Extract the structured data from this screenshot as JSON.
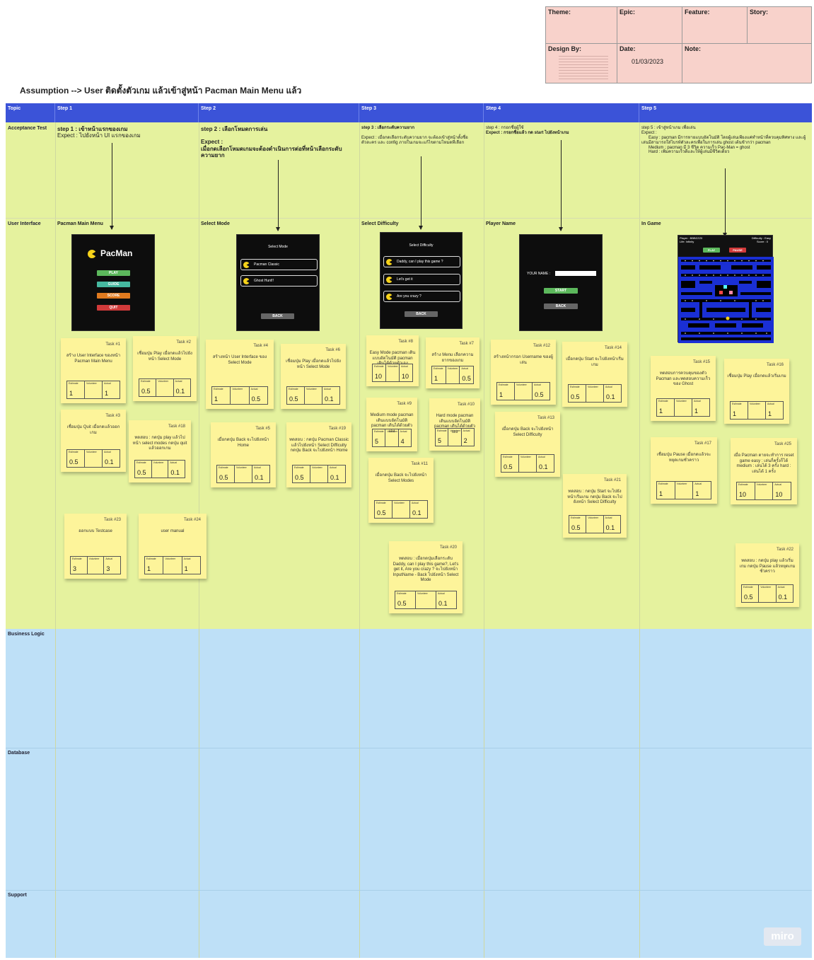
{
  "header": {
    "theme_label": "Theme:",
    "epic_label": "Epic:",
    "feature_label": "Feature:",
    "story_label": "Story:",
    "design_label": "Design By:",
    "date_label": "Date:",
    "date_value": "01/03/2023",
    "note_label": "Note:"
  },
  "assumption": "Assumption --> User ติดตั้งตัวเกม แล้วเข้าสู่หน้า Pacman Main Menu แล้ว",
  "columns": [
    "Topic",
    "Step 1",
    "Step 2",
    "Step 3",
    "Step 4",
    "Step 5"
  ],
  "rows": {
    "acceptance": "Acceptance Test",
    "ui": "User Interface",
    "logic": "Business Logic",
    "database": "Database",
    "support": "Support"
  },
  "acceptance": {
    "s1_line1": "step 1 : เข้าหน้าแรกของเกม",
    "s1_line2": "Expect : ไปยังหน้า UI แรกของเกม",
    "s2_line1": "step 2 : เลือกโหมดการเล่น",
    "s2_line2": "Expect :",
    "s2_line3": "เมื่อกดเลือกโหมดเกมจะต้องดำเนินการต่อที่หน้าเลือกระดับความยาก",
    "s3_line1": "step 3 : เลือกระดับความยาก",
    "s3_line2": "Expect : เมื่อกดเลือกระดับความยาก จะต้องเข้าสู่หน้าตั้งชื่อตัวละคร และ config ภายในเกมจะแก้ไขตามโหมดที่เลือก",
    "s4_line1": "step 4 : กรอกชื่อผู้ใช้",
    "s4_line2": "Expect : กรอกชื่อแล้ว กด start ไปยังหน้าเกม",
    "s5_line1": "step 5 : เข้าสู่หน้าเกม เพื่อเล่น",
    "s5_line2": "Expect :",
    "s5_line3": "Easy : pacman มีการหายแบบอัตโนมัติ โดยผู้เล่นเพียงแค่ทำหน้าที่ควบคุมทิศทาง และผู้เล่นมีสามารถใส่ไบรท์ตัวละครเพื่อในการเล่น ghost เต้นช้ากว่า pacman",
    "s5_line4": "Medium : pacman มี 3 ชีวิต ความเร็ว Pac-Man = ghost",
    "s5_line5": "Hard : เพิ่มความเร็วดีและให้ผู้เล่นมีชีวิตเดียว"
  },
  "screens": {
    "s1_label": "Pacman Main Menu",
    "s2_label": "Select Mode",
    "s3_label": "Select Difficulty",
    "s4_label": "Player Name",
    "s5_label": "In Game",
    "main_title": "PacMan",
    "main_buttons": [
      "PLAY",
      "GUIDE",
      "SCORE",
      "QUIT"
    ],
    "mode_title": "Select Mode",
    "mode_opts": [
      "Pacman Classic",
      "Ghost Hunt!!"
    ],
    "mode_back": "BACK",
    "diff_title": "Select Difficulty",
    "diff_opts": [
      "Daddy, can I play this game ?",
      "Let's get it",
      "Are you crazy ?"
    ],
    "diff_back": "BACK",
    "name_label": "YOUR NAME :",
    "name_start": "START",
    "name_back": "BACK",
    "game_player": "Player : BBBZZZ0",
    "game_life": "Life: Infinity",
    "game_diff": "Difficulty : Easy",
    "game_score": "Score : 0",
    "game_play": "PLAY",
    "game_pause": "PAUSE"
  },
  "tasks": [
    {
      "id": "Task #1",
      "desc": "สร้าง User Interface ของหน้า Pacman Main Menu",
      "v": [
        "1",
        "",
        "1"
      ]
    },
    {
      "id": "Task #2",
      "desc": "เชื่อมปุ่ม Play เมื่อกดแล้วไปยังหน้า Select Mode",
      "v": [
        "0.5",
        "",
        "0.1"
      ]
    },
    {
      "id": "Task #3",
      "desc": "เชื่อมปุ่ม Quit เมื่อกดแล้วออกเกม",
      "v": [
        "0.5",
        "",
        "0.1"
      ]
    },
    {
      "id": "Task #18",
      "desc": "ทดสอบ : กดปุ่ม play แล้วไปหน้า select modes กดปุ่ม quit แล้วออกเกม",
      "v": [
        "0.5",
        "",
        "0.1"
      ]
    },
    {
      "id": "Task #23",
      "desc": "ออกแบบ Testcase",
      "v": [
        "3",
        "",
        "3"
      ]
    },
    {
      "id": "Task #24",
      "desc": "user manual",
      "v": [
        "1",
        "",
        "1"
      ]
    },
    {
      "id": "Task #4",
      "desc": "สร้างหน้า User Interface ของ Select Mode",
      "v": [
        "1",
        "",
        "0.5"
      ]
    },
    {
      "id": "Task #6",
      "desc": "เชื่อมปุ่ม Play เมื่อกดแล้วไปยังหน้า Select Mode",
      "v": [
        "0.5",
        "",
        "0.1"
      ]
    },
    {
      "id": "Task #5",
      "desc": "เมื่อกดปุ่ม Back จะไปยังหน้า Home",
      "v": [
        "0.5",
        "",
        "0.1"
      ]
    },
    {
      "id": "Task #19",
      "desc": "ทดสอบ : กดปุ่ม Pacman Classic แล้วไปยังหน้า Select Difficulty กดปุ่ม Back จะไปยังหน้า Home",
      "v": [
        "0.5",
        "",
        "0.1"
      ]
    },
    {
      "id": "Task #8",
      "desc": "Easy Mode pacman เดินแบบอัตโนมัติ pacman เดินได้ด้วยตัวเอง",
      "v": [
        "10",
        "",
        "10"
      ]
    },
    {
      "id": "Task #7",
      "desc": "สร้าง Menu เลือกความยากของเกม",
      "v": [
        "1",
        "",
        "0.5"
      ]
    },
    {
      "id": "Task #9",
      "desc": "Medium mode pacman เดินแบบอัตโนมัติ pacman เดินได้ด้วยตัวเอง",
      "v": [
        "5",
        "",
        "4"
      ]
    },
    {
      "id": "Task #10",
      "desc": "Hard mode pacman เดินแบบอัตโนมัติ pacman เดินได้ด้วยตัวเอง",
      "v": [
        "5",
        "",
        "2"
      ]
    },
    {
      "id": "Task #11",
      "desc": "เมื่อกดปุ่ม Back จะไปยังหน้า Select Modes",
      "v": [
        "0.5",
        "",
        "0.1"
      ]
    },
    {
      "id": "Task #20",
      "desc": "ทดสอบ : เมื่อกดปุ่มเลือกระดับ Daddy, can I play this game?, Let's get it, Are you crazy ? จะไปยังหน้า InputName - Back ไปยังหน้า Select Mode",
      "v": [
        "0.5",
        "",
        "0.1"
      ]
    },
    {
      "id": "Task #12",
      "desc": "สร้างหน้ากรอก Username ของผู้เล่น",
      "v": [
        "1",
        "",
        "0.5"
      ]
    },
    {
      "id": "Task #14",
      "desc": "เมื่อกดปุ่ม Start จะไปยังหน้าเริ่มเกม",
      "v": [
        "0.5",
        "",
        "0.1"
      ]
    },
    {
      "id": "Task #13",
      "desc": "เมื่อกดปุ่ม Back จะไปยังหน้า Select Difficulty",
      "v": [
        "0.5",
        "",
        "0.1"
      ]
    },
    {
      "id": "Task #21",
      "desc": "ทดสอบ : กดปุ่ม Start จะไปยังหน้าเริ่มเกม กดปุ่ม Back จะไปยังหน้า Select Difficulty",
      "v": [
        "0.5",
        "",
        "0.1"
      ]
    },
    {
      "id": "Task #15",
      "desc": "ทดสอบการควบคุมของตัว Pacman และทดสอบความเร็วของ Ghost",
      "v": [
        "1",
        "",
        "1"
      ]
    },
    {
      "id": "Task #16",
      "desc": "เชื่อมปุ่ม Play เมื่อกดแล้วเริ่มเกม",
      "v": [
        "1",
        "",
        "1"
      ]
    },
    {
      "id": "Task #17",
      "desc": "เชื่อมปุ่ม Pause เมื่อกดแล้วจะหยุดเกมชั่วคราว",
      "v": [
        "1",
        "",
        "1"
      ]
    },
    {
      "id": "Task #25",
      "desc": "เมื่อ Pacman ตายจะทำการ reset game easy : เล่นกี่ครั้งก็ได้ medium : เล่นได้ 3 ครั้ง hard : เล่นได้ 1 ครั้ง",
      "v": [
        "10",
        "",
        "10"
      ]
    },
    {
      "id": "Task #22",
      "desc": "ทดสอบ : กดปุ่ม play แล้วเริ่มเกม กดปุ่ม Pause แล้วหยุดเกมชั่วคราว",
      "v": [
        "0.5",
        "",
        "0.1"
      ]
    }
  ],
  "table_headers": [
    "Estimate",
    "Volunteer",
    "Actual"
  ],
  "miro_logo": "miro",
  "colors": {
    "header_blue": "#3b53d8",
    "green_band": "#e5f29e",
    "blue_band": "#bee0f7",
    "sticky": "#fdf49a",
    "header_pink": "#f8d2cb"
  }
}
